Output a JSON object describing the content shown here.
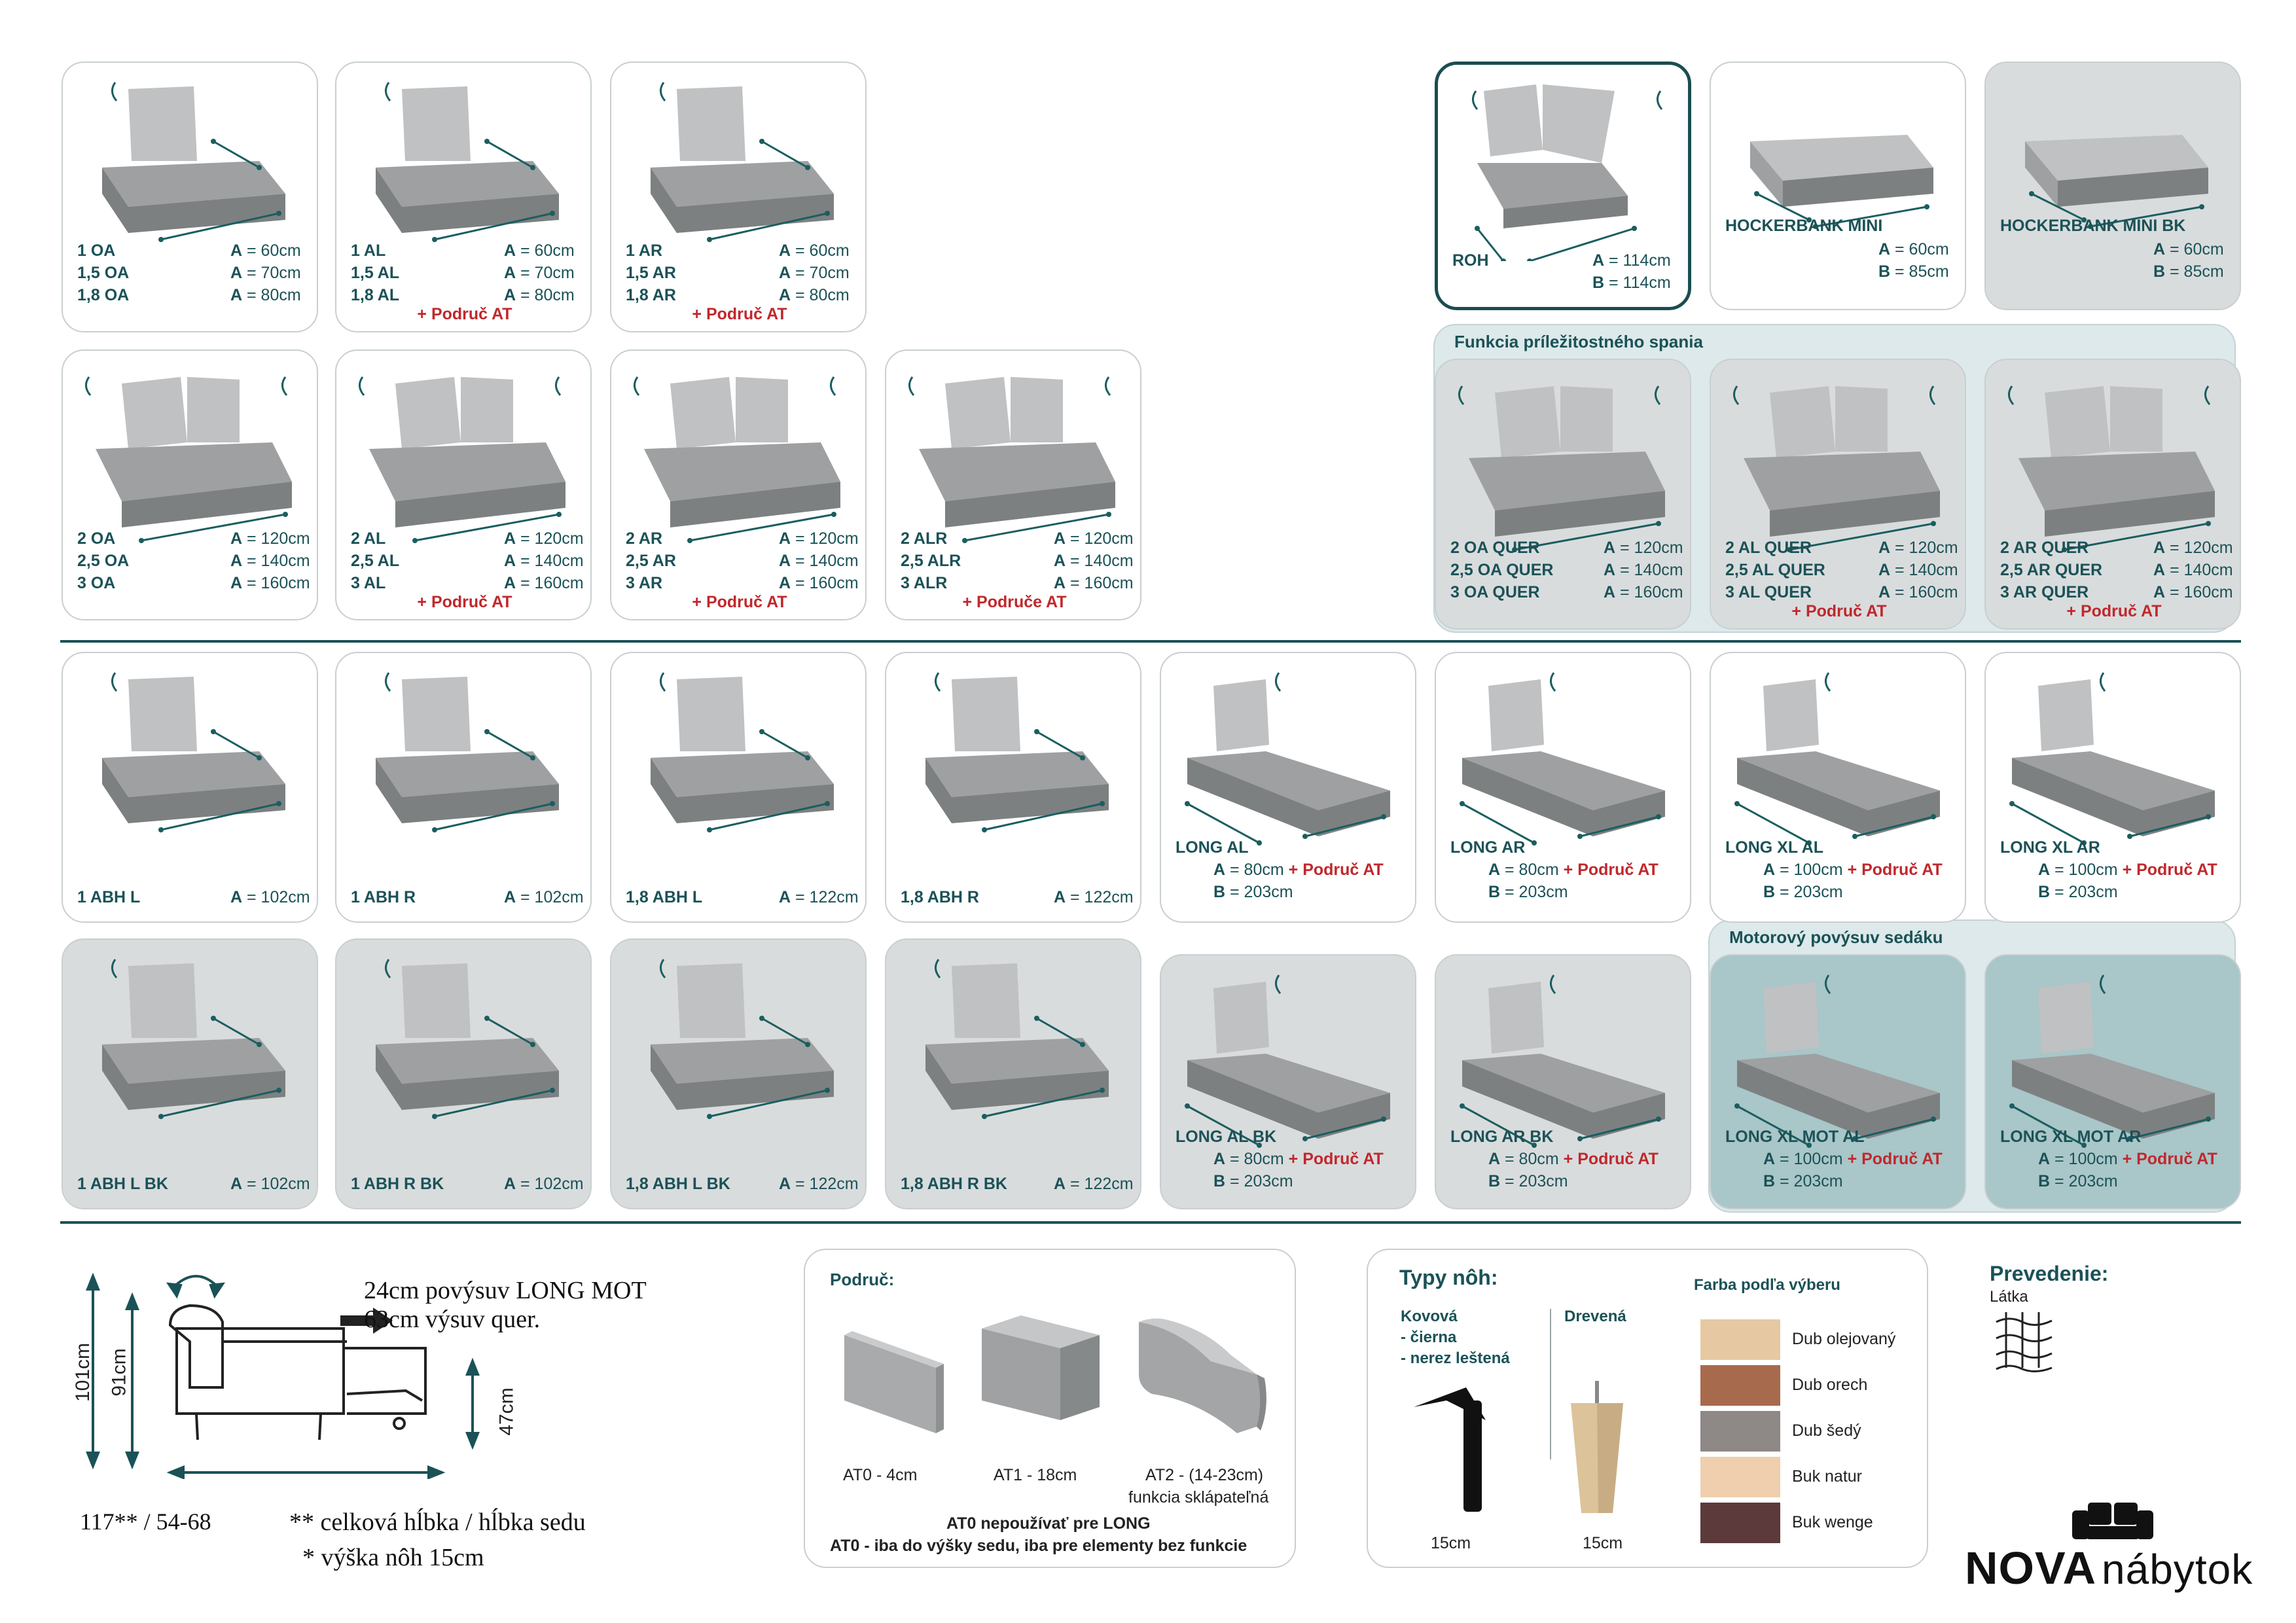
{
  "tiles": [
    {
      "id": "t1",
      "labels": [
        "1 OA",
        "1,5 OA",
        "1,8 OA"
      ],
      "dims": [
        [
          "A",
          "= 60cm"
        ],
        [
          "A",
          "= 70cm"
        ],
        [
          "A",
          "= 80cm"
        ]
      ],
      "extra": ""
    },
    {
      "id": "t2",
      "labels": [
        "1 AL",
        "1,5 AL",
        "1,8 AL"
      ],
      "dims": [
        [
          "A",
          "= 60cm"
        ],
        [
          "A",
          "= 70cm"
        ],
        [
          "A",
          "= 80cm"
        ]
      ],
      "extra": "+ Područ AT"
    },
    {
      "id": "t3",
      "labels": [
        "1 AR",
        "1,5 AR",
        "1,8 AR"
      ],
      "dims": [
        [
          "A",
          "= 60cm"
        ],
        [
          "A",
          "= 70cm"
        ],
        [
          "A",
          "= 80cm"
        ]
      ],
      "extra": "+ Područ AT"
    },
    {
      "id": "t4",
      "labels": [
        "ROH"
      ],
      "dims": [
        [
          "A",
          "= 114cm"
        ],
        [
          "B",
          "= 114cm"
        ]
      ],
      "extra": ""
    },
    {
      "id": "t5",
      "labels": [
        "HOCKERBANK MINI"
      ],
      "dims": [
        [
          "A",
          "= 60cm"
        ],
        [
          "B",
          "= 85cm"
        ]
      ],
      "extra": ""
    },
    {
      "id": "t6",
      "labels": [
        "HOCKERBANK MINI BK"
      ],
      "dims": [
        [
          "A",
          "= 60cm"
        ],
        [
          "B",
          "= 85cm"
        ]
      ],
      "extra": ""
    },
    {
      "id": "t7",
      "labels": [
        "2 OA",
        "2,5 OA",
        "3 OA"
      ],
      "dims": [
        [
          "A",
          "= 120cm"
        ],
        [
          "A",
          "= 140cm"
        ],
        [
          "A",
          "= 160cm"
        ]
      ],
      "extra": ""
    },
    {
      "id": "t8",
      "labels": [
        "2 AL",
        "2,5 AL",
        "3 AL"
      ],
      "dims": [
        [
          "A",
          "= 120cm"
        ],
        [
          "A",
          "= 140cm"
        ],
        [
          "A",
          "= 160cm"
        ]
      ],
      "extra": "+ Područ AT"
    },
    {
      "id": "t9",
      "labels": [
        "2 AR",
        "2,5 AR",
        "3 AR"
      ],
      "dims": [
        [
          "A",
          "= 120cm"
        ],
        [
          "A",
          "= 140cm"
        ],
        [
          "A",
          "= 160cm"
        ]
      ],
      "extra": "+ Područ AT"
    },
    {
      "id": "t10",
      "labels": [
        "2 ALR",
        "2,5 ALR",
        "3 ALR"
      ],
      "dims": [
        [
          "A",
          "= 120cm"
        ],
        [
          "A",
          "= 140cm"
        ],
        [
          "A",
          "= 160cm"
        ]
      ],
      "extra": "+ Područe AT"
    },
    {
      "id": "t11",
      "labels": [
        "2 OA QUER",
        "2,5 OA QUER",
        "3 OA QUER"
      ],
      "dims": [
        [
          "A",
          "= 120cm"
        ],
        [
          "A",
          "= 140cm"
        ],
        [
          "A",
          "= 160cm"
        ]
      ],
      "extra": ""
    },
    {
      "id": "t12",
      "labels": [
        "2 AL QUER",
        "2,5 AL QUER",
        "3 AL QUER"
      ],
      "dims": [
        [
          "A",
          "= 120cm"
        ],
        [
          "A",
          "= 140cm"
        ],
        [
          "A",
          "= 160cm"
        ]
      ],
      "extra": "+ Područ AT"
    },
    {
      "id": "t13",
      "labels": [
        "2 AR QUER",
        "2,5 AR QUER",
        "3 AR QUER"
      ],
      "dims": [
        [
          "A",
          "= 120cm"
        ],
        [
          "A",
          "= 140cm"
        ],
        [
          "A",
          "= 160cm"
        ]
      ],
      "extra": "+ Područ AT"
    },
    {
      "id": "t14",
      "labels": [
        "1 ABH L"
      ],
      "dims": [
        [
          "A",
          "= 102cm"
        ]
      ],
      "extra": ""
    },
    {
      "id": "t15",
      "labels": [
        "1 ABH R"
      ],
      "dims": [
        [
          "A",
          "= 102cm"
        ]
      ],
      "extra": ""
    },
    {
      "id": "t16",
      "labels": [
        "1,8 ABH L"
      ],
      "dims": [
        [
          "A",
          "= 122cm"
        ]
      ],
      "extra": ""
    },
    {
      "id": "t17",
      "labels": [
        "1,8 ABH R"
      ],
      "dims": [
        [
          "A",
          "= 122cm"
        ]
      ],
      "extra": ""
    },
    {
      "id": "t18",
      "labels": [
        "LONG AL"
      ],
      "long": [
        [
          "A",
          "= 80cm",
          "+ Područ AT"
        ],
        [
          "B",
          "= 203cm",
          ""
        ]
      ],
      "extra": ""
    },
    {
      "id": "t19",
      "labels": [
        "LONG AR"
      ],
      "long": [
        [
          "A",
          "= 80cm",
          "+ Područ AT"
        ],
        [
          "B",
          "= 203cm",
          ""
        ]
      ],
      "extra": ""
    },
    {
      "id": "t20",
      "labels": [
        "LONG XL AL"
      ],
      "long": [
        [
          "A",
          "= 100cm",
          "+ Područ AT"
        ],
        [
          "B",
          "= 203cm",
          ""
        ]
      ],
      "extra": ""
    },
    {
      "id": "t21",
      "labels": [
        "LONG XL AR"
      ],
      "long": [
        [
          "A",
          "= 100cm",
          "+ Područ AT"
        ],
        [
          "B",
          "= 203cm",
          ""
        ]
      ],
      "extra": ""
    },
    {
      "id": "t22",
      "labels": [
        "1 ABH L BK"
      ],
      "dims": [
        [
          "A",
          "= 102cm"
        ]
      ],
      "extra": ""
    },
    {
      "id": "t23",
      "labels": [
        "1 ABH R BK"
      ],
      "dims": [
        [
          "A",
          "= 102cm"
        ]
      ],
      "extra": ""
    },
    {
      "id": "t24",
      "labels": [
        "1,8 ABH L BK"
      ],
      "dims": [
        [
          "A",
          "= 122cm"
        ]
      ],
      "extra": ""
    },
    {
      "id": "t25",
      "labels": [
        "1,8 ABH R BK"
      ],
      "dims": [
        [
          "A",
          "= 122cm"
        ]
      ],
      "extra": ""
    },
    {
      "id": "t26",
      "labels": [
        "LONG AL BK"
      ],
      "long": [
        [
          "A",
          "= 80cm",
          "+ Područ AT"
        ],
        [
          "B",
          "= 203cm",
          ""
        ]
      ],
      "extra": ""
    },
    {
      "id": "t27",
      "labels": [
        "LONG AR BK"
      ],
      "long": [
        [
          "A",
          "= 80cm",
          "+ Područ AT"
        ],
        [
          "B",
          "= 203cm",
          ""
        ]
      ],
      "extra": ""
    },
    {
      "id": "t28",
      "labels": [
        "LONG XL MOT AL"
      ],
      "long": [
        [
          "A",
          "= 100cm",
          "+ Područ AT"
        ],
        [
          "B",
          "= 203cm",
          ""
        ]
      ],
      "extra": ""
    },
    {
      "id": "t29",
      "labels": [
        "LONG XL MOT AR"
      ],
      "long": [
        [
          "A",
          "= 100cm",
          "+ Područ AT"
        ],
        [
          "B",
          "= 203cm",
          ""
        ]
      ],
      "extra": ""
    }
  ],
  "groups": {
    "sleep": "Funkcia príležitostného spania",
    "motor": "Motorový povýsuv sedáku"
  },
  "profile": {
    "h1": "101cm",
    "h2": "91cm",
    "h3": "47cm",
    "note1": "24cm povýsuv LONG MOT",
    "note2": "63cm výsuv quer.",
    "depth": "117** / 54-68",
    "legend1": "** celková hĺbka / hĺbka sedu",
    "legend2": "* výška nôh 15cm"
  },
  "armrests": {
    "title": "Područ:",
    "at0": "AT0 - 4cm",
    "at1": "AT1 - 18cm",
    "at2": "AT2 - (14-23cm)",
    "at2b": "funkcia sklápateľná",
    "warn1": "AT0 nepoužívať pre LONG",
    "warn2": "AT0 - iba do výšky sedu, iba pre elementy bez funkcie"
  },
  "legs": {
    "title": "Typy nôh:",
    "metal_title": "Kovová",
    "metal_opt1": "- čierna",
    "metal_opt2": "- nerez leštená",
    "wood_title": "Drevená",
    "metal_size": "15cm",
    "wood_size": "15cm",
    "color_title": "Farba podľa výberu",
    "colors": [
      {
        "name": "Dub olejovaný",
        "hex": "#e6c9a2"
      },
      {
        "name": "Dub orech",
        "hex": "#a86a4c"
      },
      {
        "name": "Dub šedý",
        "hex": "#8e8886"
      },
      {
        "name": "Buk natur",
        "hex": "#efcfae"
      },
      {
        "name": "Buk wenge",
        "hex": "#5c3a3b"
      }
    ]
  },
  "finish": {
    "title": "Prevedenie:",
    "value": "Látka"
  },
  "brand": {
    "bold": "NOVA",
    "light": "nábytok"
  },
  "colors": {
    "teal": "#1b5257",
    "red": "#c0282d",
    "tile_gray": "#d9dcdd",
    "tile_teal": "#a9c6c8"
  }
}
